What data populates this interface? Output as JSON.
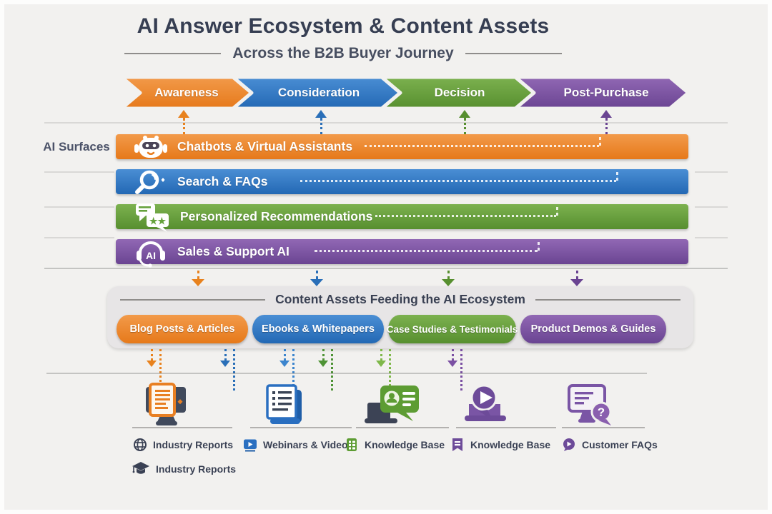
{
  "header": {
    "title": "AI Answer Ecosystem & Content Assets",
    "subtitle": "Across the B2B Buyer Journey"
  },
  "journey_stages": [
    {
      "label": "Awareness",
      "color": "#ec8322"
    },
    {
      "label": "Consideration",
      "color": "#2e7ac6"
    },
    {
      "label": "Decision",
      "color": "#67a33d"
    },
    {
      "label": "Post-Purchase",
      "color": "#7b50a3"
    }
  ],
  "ai_surfaces": {
    "section_label": "AI Surfaces",
    "rows": [
      {
        "label": "Chatbots & Virtual Assistants",
        "icon": "robot-icon",
        "color": "#ec8322"
      },
      {
        "label": "Search & FAQs",
        "icon": "magnifier-icon",
        "color": "#2e7ac6"
      },
      {
        "label": "Personalized Recommendations",
        "icon": "chat-stars-icon",
        "color": "#66a23c"
      },
      {
        "label": "Sales & Support AI",
        "icon": "headset-ai-icon",
        "color": "#7b50a3"
      }
    ]
  },
  "content_assets": {
    "title": "Content Assets Feeding the AI Ecosystem",
    "pills": [
      {
        "label": "Blog Posts & Articles",
        "color": "#ec8322"
      },
      {
        "label": "Ebooks & Whitepapers",
        "color": "#2e7ac6"
      },
      {
        "label": "Case Studies & Testimonials",
        "color": "#66a23c"
      },
      {
        "label": "Product Demos & Guides",
        "color": "#7b50a3"
      }
    ]
  },
  "asset_sources": [
    {
      "label": "Industry Reports",
      "badge_icon": "globe-icon",
      "art_icon": "monitor-document-icon"
    },
    {
      "label": "Webinars & Videos",
      "badge_icon": "video-play-icon",
      "art_icon": "ebook-icon"
    },
    {
      "label": "Knowledge Base",
      "badge_icon": "list-icon",
      "art_icon": "chat-avatar-icon"
    },
    {
      "label": "Knowledge Base",
      "badge_icon": "bookmark-icon",
      "art_icon": "laptop-video-bubble-icon"
    },
    {
      "label": "Customer FAQs",
      "badge_icon": "chat-play-icon",
      "art_icon": "monitor-question-icon"
    }
  ],
  "footer_extra": {
    "label": "Industry Reports",
    "icon": "graduation-cap-icon"
  },
  "colors": {
    "background": "#f2f1ef",
    "title_text": "#363e52",
    "orange": "#ec8322",
    "blue": "#2e7ac6",
    "green": "#66a23c",
    "purple": "#7b50a3",
    "content_box_bg": "#e7e5e6",
    "dark_slate": "#3e4454"
  }
}
